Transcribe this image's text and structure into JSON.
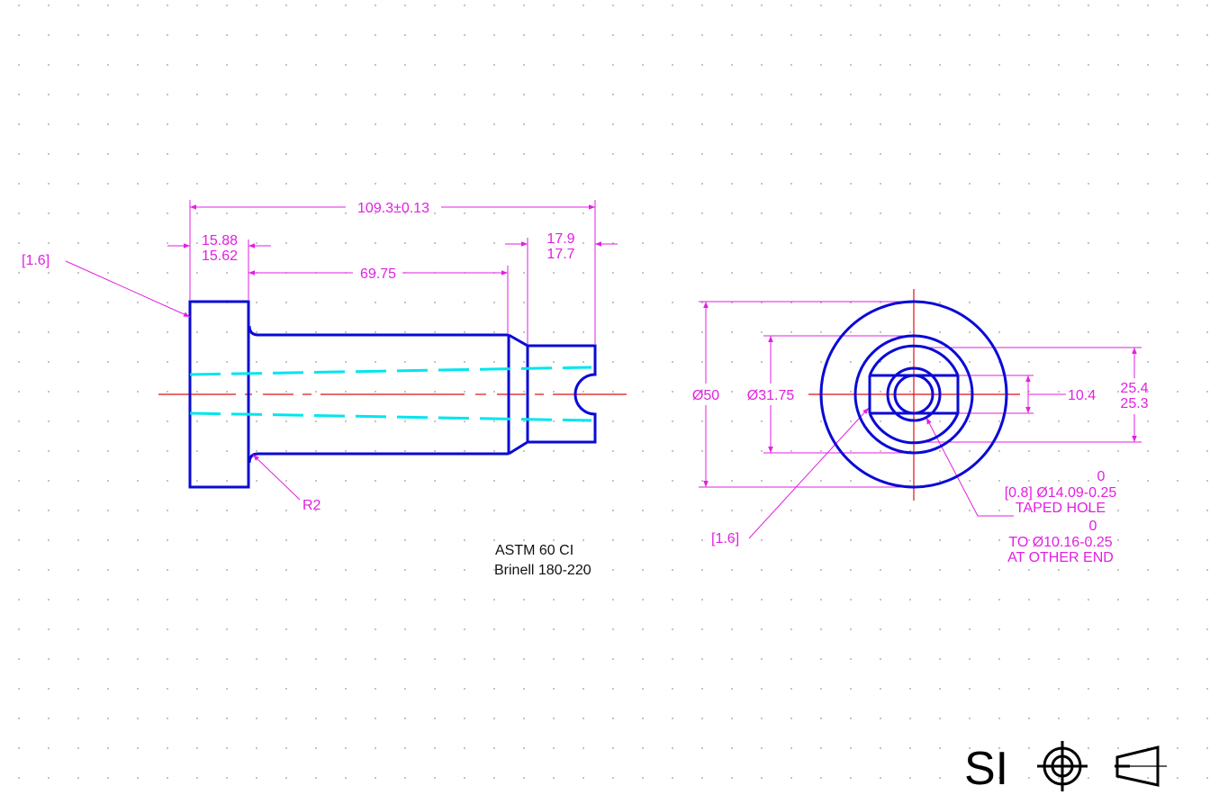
{
  "colors": {
    "background": "#ffffff",
    "grid_dots": "#9a9a9a",
    "object_lines": "#0a0ad6",
    "hidden_lines": "#00e5ee",
    "center_lines": "#e01010",
    "dimensions": "#e31fe3",
    "notes": "#111111",
    "symbols": "#000000"
  },
  "side_view": {
    "overall_length": "109.3±0.13",
    "flange_width_max": "15.88",
    "flange_width_min": "15.62",
    "shaft_length": "69.75",
    "tip_length_max": "17.9",
    "tip_length_min": "17.7",
    "surface_finish": "[1.6]",
    "fillet_radius": "R2"
  },
  "end_view": {
    "outer_diameter": "Ø50",
    "shaft_diameter": "Ø31.75",
    "slot_width": "10.4",
    "flat_max": "25.4",
    "flat_min": "25.3",
    "surface_finish": "[1.6]",
    "hole_note": {
      "tol_upper_1": "0",
      "line_1": "[0.8] Ø14.09-0.25",
      "line_2": "TAPED HOLE",
      "tol_upper_2": "0",
      "line_3": "TO Ø10.16-0.25",
      "line_4": "AT OTHER END"
    }
  },
  "material": {
    "line_1": "ASTM 60 CI",
    "line_2": "Brinell 180-220"
  },
  "symbols": {
    "units_label": "SI",
    "projection_icon": "first-angle-projection-icon",
    "target_icon": "crosshair-target-icon"
  }
}
